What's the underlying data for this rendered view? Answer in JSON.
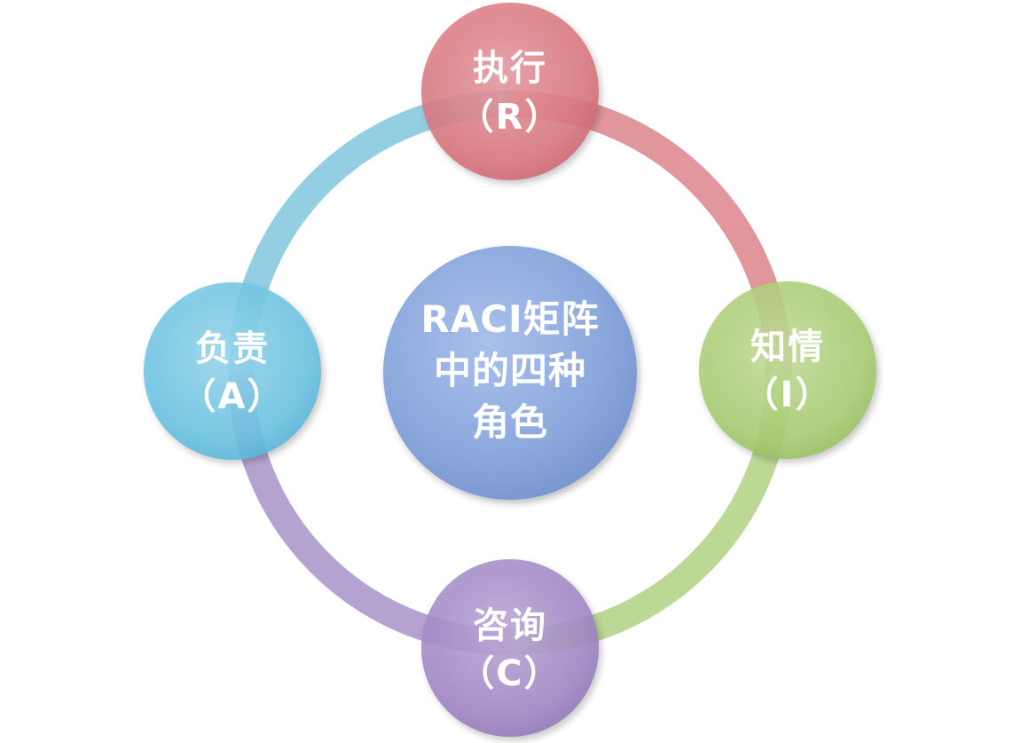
{
  "diagram": {
    "center": {
      "lines": [
        "RACI矩阵",
        "中的四种",
        "角色"
      ],
      "color": "#8EA9DC"
    },
    "nodes": {
      "r": {
        "name": "执行",
        "code": "（R）",
        "color": "#D9777F"
      },
      "i": {
        "name": "知情",
        "code": "（I）",
        "color": "#A9CC73"
      },
      "c": {
        "name": "咨询",
        "code": "（C）",
        "color": "#A187C4"
      },
      "a": {
        "name": "负责",
        "code": "（A）",
        "color": "#6CC3E2"
      }
    },
    "ring_colors": {
      "a_to_r": "#6FBEDA",
      "r_to_i": "#D8737C",
      "i_to_c": "#A6CB72",
      "c_to_a": "#9B84C2"
    }
  }
}
